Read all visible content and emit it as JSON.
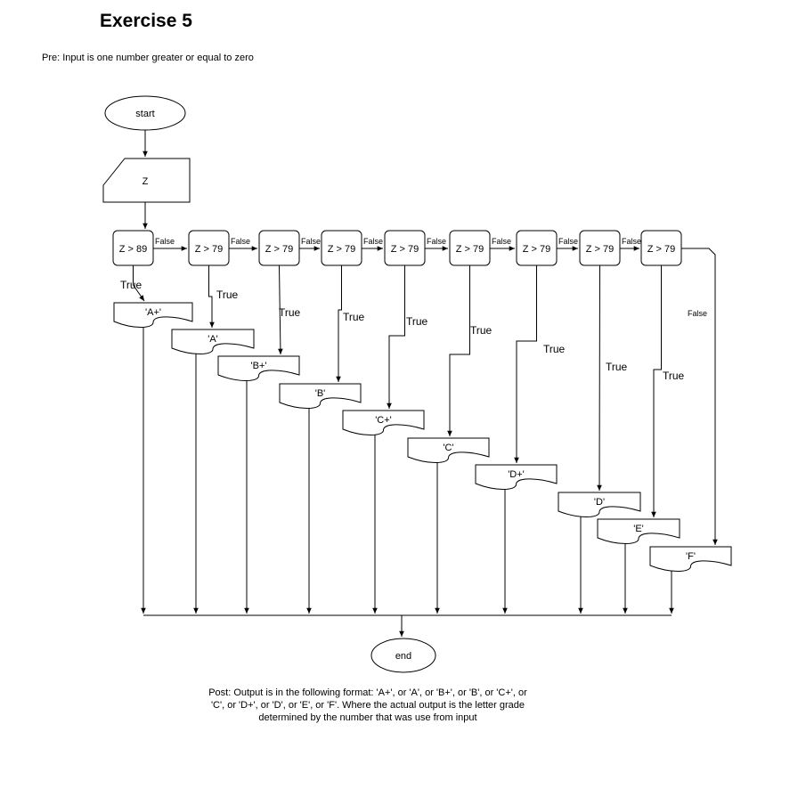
{
  "title": "Exercise 5",
  "precondition": "Pre: Input is one number greater or equal to zero",
  "postcondition": "Post: Output is in the following format: 'A+', or 'A', or 'B+', or 'B', or 'C+', or 'C', or 'D+', or 'D', or 'E', or 'F'. Where the actual output is the letter grade determined by the number that was use from input",
  "start_label": "start",
  "input_label": "Z",
  "end_label": "end",
  "true_label": "True",
  "false_label": "False",
  "decisions": [
    "Z > 89",
    "Z > 79",
    "Z > 79",
    "Z > 79",
    "Z > 79",
    "Z > 79",
    "Z > 79",
    "Z > 79",
    "Z > 79"
  ],
  "outputs": [
    "'A+'",
    "'A'",
    "'B+'",
    "'B'",
    "'C+'",
    "'C'",
    "'D+'",
    "'D'",
    "'E'",
    "'F'"
  ]
}
